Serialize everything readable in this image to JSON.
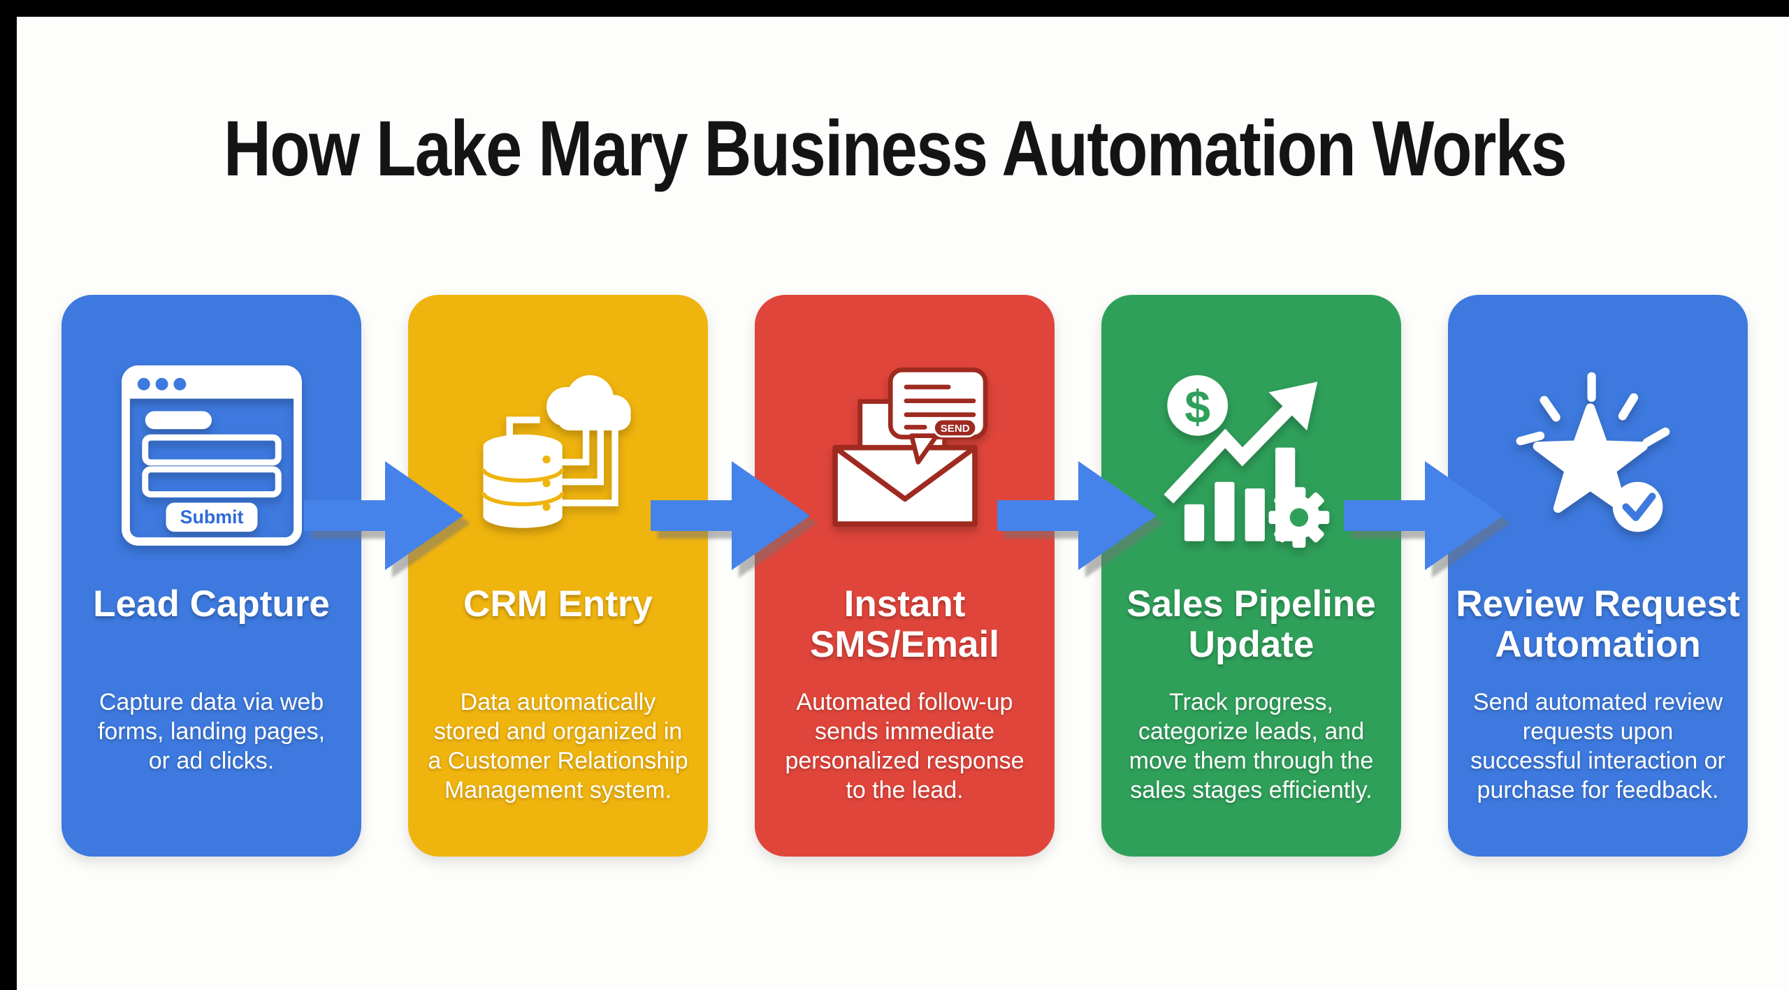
{
  "title": "How Lake Mary Business Automation Works",
  "steps": [
    {
      "title": "Lead Capture",
      "body": "Capture data via web\nforms, landing pages,\nor ad clicks.",
      "color": "#3d79de",
      "icon": "web-form-icon",
      "icon_label": "Submit"
    },
    {
      "title": "CRM Entry",
      "body": "Data automatically\nstored and organized in\na Customer Relationship\nManagement system.",
      "color": "#f0b40e",
      "icon": "database-cloud-icon"
    },
    {
      "title": "Instant\nSMS/Email",
      "body": "Automated follow-up\nsends immediate\npersonalized response\nto the lead.",
      "color": "#e0453b",
      "icon": "email-send-icon",
      "icon_badge": "SEND"
    },
    {
      "title": "Sales Pipeline\nUpdate",
      "body": "Track progress,\ncategorize leads, and\nmove them through the\nsales stages efficiently.",
      "color": "#2fa05a",
      "icon": "sales-growth-icon"
    },
    {
      "title": "Review Request\nAutomation",
      "body": "Send automated review\nrequests upon\nsuccessful interaction or\npurchase for feedback.",
      "color": "#3d79de",
      "icon": "review-star-icon"
    }
  ],
  "arrow_color": "#4583ea",
  "background_color": "#fdfdfb",
  "frame_color": "#000000",
  "title_color": "#141414"
}
